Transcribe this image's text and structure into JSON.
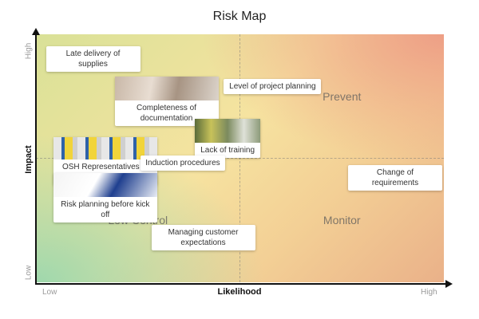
{
  "chart_data": {
    "type": "scatter",
    "title": "Risk Map",
    "xlabel": "Likelihood",
    "ylabel": "Impact",
    "x_ticks": [
      "Low",
      "High"
    ],
    "y_ticks": [
      "Low",
      "High"
    ],
    "xlim": [
      0,
      1
    ],
    "ylim": [
      0,
      1
    ],
    "grid": "dashed center lines",
    "quadrants": [
      {
        "label": "Prevent",
        "x": 0.75,
        "y": 0.75
      },
      {
        "label": "Monitor",
        "x": 0.75,
        "y": 0.25
      },
      {
        "label": "Low Control",
        "x": 0.25,
        "y": 0.25
      }
    ],
    "points": [
      {
        "label": "Late delivery of supplies",
        "x": 0.14,
        "y": 0.9
      },
      {
        "label": "Completeness of documentation",
        "x": 0.32,
        "y": 0.73,
        "image": "office-workers"
      },
      {
        "label": "Level of project planning",
        "x": 0.58,
        "y": 0.79
      },
      {
        "label": "Lack of training",
        "x": 0.47,
        "y": 0.58,
        "image": "workers-training"
      },
      {
        "label": "OSH Representatives at local area",
        "x": 0.17,
        "y": 0.49,
        "image": "safety-signs"
      },
      {
        "label": "Induction procedures",
        "x": 0.36,
        "y": 0.48
      },
      {
        "label": "Change of requirements",
        "x": 0.9,
        "y": 0.42
      },
      {
        "label": "Risk planning before kick off",
        "x": 0.17,
        "y": 0.34,
        "image": "pen-calculator"
      },
      {
        "label": "Managing customer expectations",
        "x": 0.41,
        "y": 0.18
      }
    ],
    "colors": {
      "top_right": "#ee9f86",
      "bottom_left": "#9fd8ad",
      "middle": "#f6e3a0"
    }
  }
}
